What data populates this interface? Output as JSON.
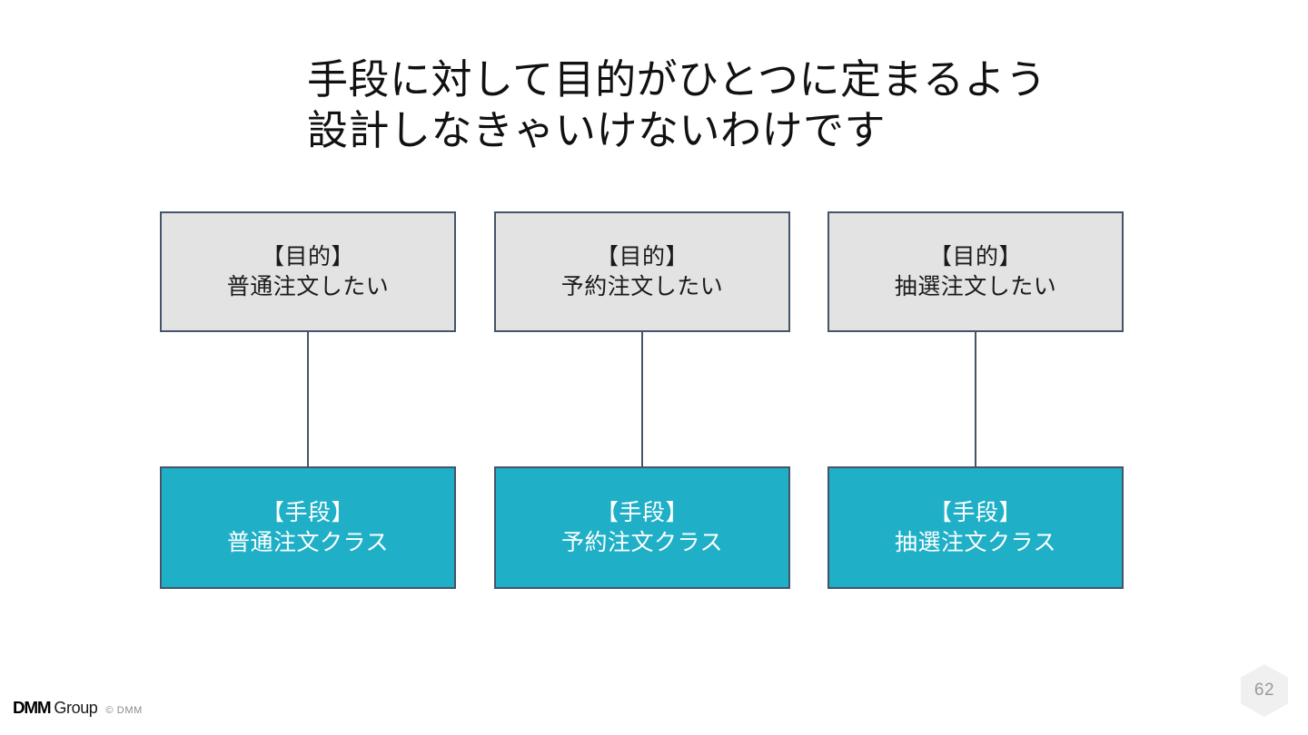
{
  "slide": {
    "title": "手段に対して目的がひとつに定まるよう\n設計しなきゃいけないわけです",
    "page_number": "62",
    "background_color": "#ffffff"
  },
  "diagram": {
    "purpose_fill": "#e3e3e3",
    "means_fill": "#1fb0c8",
    "border_color": "#44546a",
    "connector_color": "#44546a",
    "columns": [
      {
        "purpose": "【目的】\n普通注文したい",
        "means": "【手段】\n普通注文クラス"
      },
      {
        "purpose": "【目的】\n予約注文したい",
        "means": "【手段】\n予約注文クラス"
      },
      {
        "purpose": "【目的】\n抽選注文したい",
        "means": "【手段】\n抽選注文クラス"
      }
    ]
  },
  "footer": {
    "logo_primary": "DMM",
    "logo_secondary": "Group",
    "copyright": "© DMM"
  }
}
